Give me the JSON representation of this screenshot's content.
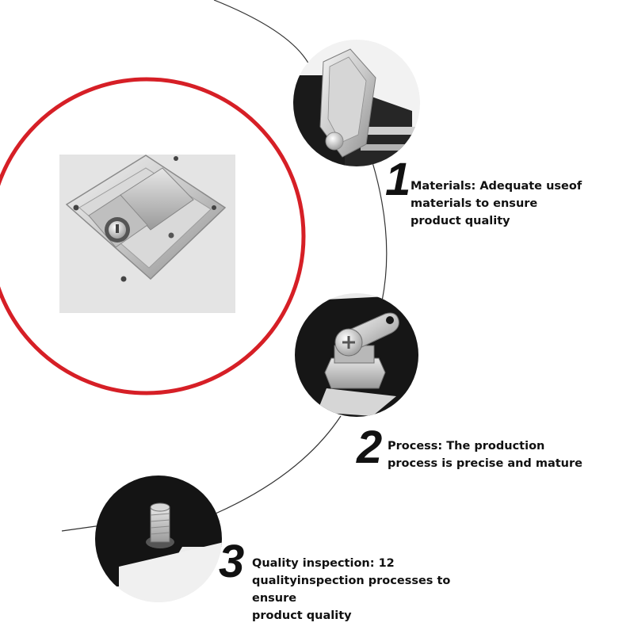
{
  "features": [
    {
      "number": "1",
      "lines": [
        "Materials: Adequate useof",
        "materials to ensure",
        "product quality"
      ]
    },
    {
      "number": "2",
      "lines": [
        "Process: The production",
        "process is precise and mature"
      ]
    },
    {
      "number": "3",
      "lines": [
        "Quality inspection: 12",
        "qualityinspection processes to",
        "ensure",
        "product quality"
      ]
    }
  ],
  "colors": {
    "accent_ring": "#d61f26",
    "connector_line": "#333333"
  }
}
